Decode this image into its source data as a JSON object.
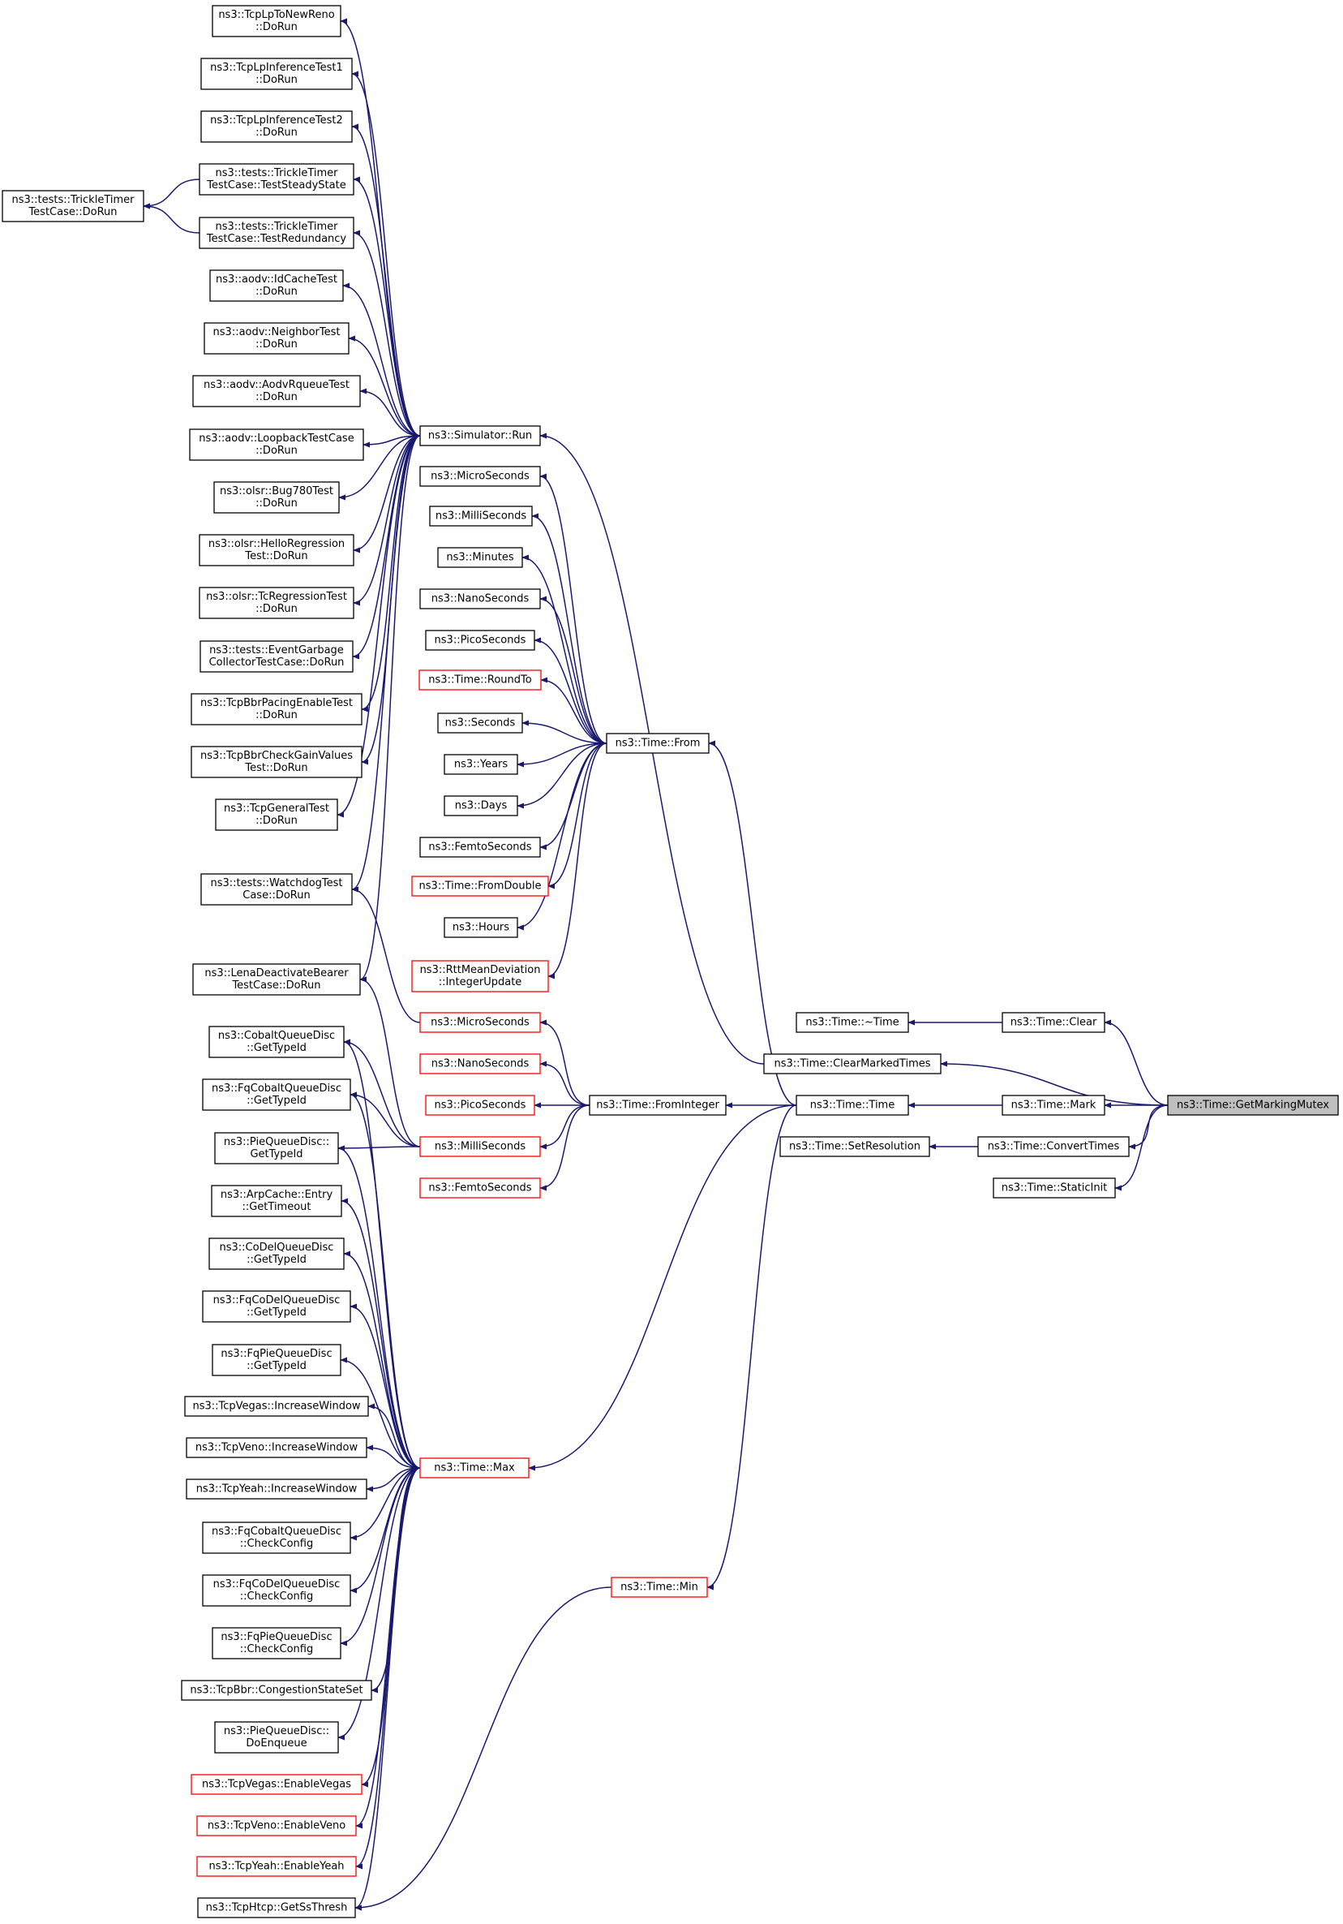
{
  "colors": {
    "edge": "#191970",
    "node_border": "#000000",
    "truncated_border": "#ff0000",
    "root_fill": "#bfbfbf",
    "background": "#ffffff"
  },
  "graph": {
    "root": "getmarkingmutex",
    "nodes": [
      {
        "id": "getmarkingmutex",
        "label": [
          "ns3::Time::GetMarkingMutex"
        ],
        "style": "root"
      },
      {
        "id": "clear",
        "label": [
          "ns3::Time::Clear"
        ],
        "style": "normal"
      },
      {
        "id": "clearmarkedtimes",
        "label": [
          "ns3::Time::ClearMarkedTimes"
        ],
        "style": "normal"
      },
      {
        "id": "mark",
        "label": [
          "ns3::Time::Mark"
        ],
        "style": "normal"
      },
      {
        "id": "converttimes",
        "label": [
          "ns3::Time::ConvertTimes"
        ],
        "style": "normal"
      },
      {
        "id": "staticinit",
        "label": [
          "ns3::Time::StaticInit"
        ],
        "style": "normal"
      },
      {
        "id": "dtor",
        "label": [
          "ns3::Time::~Time"
        ],
        "style": "normal"
      },
      {
        "id": "ctor",
        "label": [
          "ns3::Time::Time"
        ],
        "style": "normal"
      },
      {
        "id": "setresolution",
        "label": [
          "ns3::Time::SetResolution"
        ],
        "style": "normal"
      },
      {
        "id": "simrun",
        "label": [
          "ns3::Simulator::Run"
        ],
        "style": "normal"
      },
      {
        "id": "from",
        "label": [
          "ns3::Time::From"
        ],
        "style": "normal"
      },
      {
        "id": "frominteger",
        "label": [
          "ns3::Time::FromInteger"
        ],
        "style": "normal"
      },
      {
        "id": "max",
        "label": [
          "ns3::Time::Max"
        ],
        "style": "truncated"
      },
      {
        "id": "min",
        "label": [
          "ns3::Time::Min"
        ],
        "style": "truncated"
      },
      {
        "id": "f_micro",
        "label": [
          "ns3::MicroSeconds"
        ],
        "style": "normal"
      },
      {
        "id": "f_milli",
        "label": [
          "ns3::MilliSeconds"
        ],
        "style": "normal"
      },
      {
        "id": "f_minutes",
        "label": [
          "ns3::Minutes"
        ],
        "style": "normal"
      },
      {
        "id": "f_nano",
        "label": [
          "ns3::NanoSeconds"
        ],
        "style": "normal"
      },
      {
        "id": "f_pico",
        "label": [
          "ns3::PicoSeconds"
        ],
        "style": "normal"
      },
      {
        "id": "f_roundto",
        "label": [
          "ns3::Time::RoundTo"
        ],
        "style": "truncated"
      },
      {
        "id": "f_seconds",
        "label": [
          "ns3::Seconds"
        ],
        "style": "normal"
      },
      {
        "id": "f_years",
        "label": [
          "ns3::Years"
        ],
        "style": "normal"
      },
      {
        "id": "f_days",
        "label": [
          "ns3::Days"
        ],
        "style": "normal"
      },
      {
        "id": "f_femto",
        "label": [
          "ns3::FemtoSeconds"
        ],
        "style": "normal"
      },
      {
        "id": "f_fromdouble",
        "label": [
          "ns3::Time::FromDouble"
        ],
        "style": "truncated"
      },
      {
        "id": "f_hours",
        "label": [
          "ns3::Hours"
        ],
        "style": "normal"
      },
      {
        "id": "f_rtt",
        "label": [
          "ns3::RttMeanDeviation",
          "::IntegerUpdate"
        ],
        "style": "truncated"
      },
      {
        "id": "i_micro",
        "label": [
          "ns3::MicroSeconds"
        ],
        "style": "truncated"
      },
      {
        "id": "i_nano",
        "label": [
          "ns3::NanoSeconds"
        ],
        "style": "truncated"
      },
      {
        "id": "i_pico",
        "label": [
          "ns3::PicoSeconds"
        ],
        "style": "truncated"
      },
      {
        "id": "i_milli",
        "label": [
          "ns3::MilliSeconds"
        ],
        "style": "truncated"
      },
      {
        "id": "i_femto",
        "label": [
          "ns3::FemtoSeconds"
        ],
        "style": "truncated"
      },
      {
        "id": "lp_newreno",
        "label": [
          "ns3::TcpLpToNewReno",
          "::DoRun"
        ],
        "style": "normal"
      },
      {
        "id": "lp_inf1",
        "label": [
          "ns3::TcpLpInferenceTest1",
          "::DoRun"
        ],
        "style": "normal"
      },
      {
        "id": "lp_inf2",
        "label": [
          "ns3::TcpLpInferenceTest2",
          "::DoRun"
        ],
        "style": "normal"
      },
      {
        "id": "trickle_steady",
        "label": [
          "ns3::tests::TrickleTimer",
          "TestCase::TestSteadyState"
        ],
        "style": "normal"
      },
      {
        "id": "trickle_redund",
        "label": [
          "ns3::tests::TrickleTimer",
          "TestCase::TestRedundancy"
        ],
        "style": "normal"
      },
      {
        "id": "trickle_dorun",
        "label": [
          "ns3::tests::TrickleTimer",
          "TestCase::DoRun"
        ],
        "style": "normal"
      },
      {
        "id": "aodv_idcache",
        "label": [
          "ns3::aodv::IdCacheTest",
          "::DoRun"
        ],
        "style": "normal"
      },
      {
        "id": "aodv_neighbor",
        "label": [
          "ns3::aodv::NeighborTest",
          "::DoRun"
        ],
        "style": "normal"
      },
      {
        "id": "aodv_rqueue",
        "label": [
          "ns3::aodv::AodvRqueueTest",
          "::DoRun"
        ],
        "style": "normal"
      },
      {
        "id": "aodv_loopback",
        "label": [
          "ns3::aodv::LoopbackTestCase",
          "::DoRun"
        ],
        "style": "normal"
      },
      {
        "id": "olsr_bug780",
        "label": [
          "ns3::olsr::Bug780Test",
          "::DoRun"
        ],
        "style": "normal"
      },
      {
        "id": "olsr_hello",
        "label": [
          "ns3::olsr::HelloRegression",
          "Test::DoRun"
        ],
        "style": "normal"
      },
      {
        "id": "olsr_tc",
        "label": [
          "ns3::olsr::TcRegressionTest",
          "::DoRun"
        ],
        "style": "normal"
      },
      {
        "id": "event_garbage",
        "label": [
          "ns3::tests::EventGarbage",
          "CollectorTestCase::DoRun"
        ],
        "style": "normal"
      },
      {
        "id": "bbr_pacing",
        "label": [
          "ns3::TcpBbrPacingEnableTest",
          "::DoRun"
        ],
        "style": "normal"
      },
      {
        "id": "bbr_gain",
        "label": [
          "ns3::TcpBbrCheckGainValues",
          "Test::DoRun"
        ],
        "style": "normal"
      },
      {
        "id": "tcp_general",
        "label": [
          "ns3::TcpGeneralTest",
          "::DoRun"
        ],
        "style": "normal"
      },
      {
        "id": "watchdog",
        "label": [
          "ns3::tests::WatchdogTest",
          "Case::DoRun"
        ],
        "style": "normal"
      },
      {
        "id": "lena",
        "label": [
          "ns3::LenaDeactivateBearer",
          "TestCase::DoRun"
        ],
        "style": "normal"
      },
      {
        "id": "cobalt_gettypeid",
        "label": [
          "ns3::CobaltQueueDisc",
          "::GetTypeId"
        ],
        "style": "normal"
      },
      {
        "id": "fqcobalt_gettypeid",
        "label": [
          "ns3::FqCobaltQueueDisc",
          "::GetTypeId"
        ],
        "style": "normal"
      },
      {
        "id": "pie_gettypeid",
        "label": [
          "ns3::PieQueueDisc::",
          "GetTypeId"
        ],
        "style": "normal"
      },
      {
        "id": "arp_gettimeout",
        "label": [
          "ns3::ArpCache::Entry",
          "::GetTimeout"
        ],
        "style": "normal"
      },
      {
        "id": "codel_gettypeid",
        "label": [
          "ns3::CoDelQueueDisc",
          "::GetTypeId"
        ],
        "style": "normal"
      },
      {
        "id": "fqcodel_gettypeid",
        "label": [
          "ns3::FqCoDelQueueDisc",
          "::GetTypeId"
        ],
        "style": "normal"
      },
      {
        "id": "fqpie_gettypeid",
        "label": [
          "ns3::FqPieQueueDisc",
          "::GetTypeId"
        ],
        "style": "normal"
      },
      {
        "id": "vegas_inc",
        "label": [
          "ns3::TcpVegas::IncreaseWindow"
        ],
        "style": "normal"
      },
      {
        "id": "veno_inc",
        "label": [
          "ns3::TcpVeno::IncreaseWindow"
        ],
        "style": "normal"
      },
      {
        "id": "yeah_inc",
        "label": [
          "ns3::TcpYeah::IncreaseWindow"
        ],
        "style": "normal"
      },
      {
        "id": "fqcobalt_check",
        "label": [
          "ns3::FqCobaltQueueDisc",
          "::CheckConfig"
        ],
        "style": "normal"
      },
      {
        "id": "fqcodel_check",
        "label": [
          "ns3::FqCoDelQueueDisc",
          "::CheckConfig"
        ],
        "style": "normal"
      },
      {
        "id": "fqpie_check",
        "label": [
          "ns3::FqPieQueueDisc",
          "::CheckConfig"
        ],
        "style": "normal"
      },
      {
        "id": "bbr_congestion",
        "label": [
          "ns3::TcpBbr::CongestionStateSet"
        ],
        "style": "normal"
      },
      {
        "id": "pie_enqueue",
        "label": [
          "ns3::PieQueueDisc::",
          "DoEnqueue"
        ],
        "style": "normal"
      },
      {
        "id": "vegas_enable",
        "label": [
          "ns3::TcpVegas::EnableVegas"
        ],
        "style": "truncated"
      },
      {
        "id": "veno_enable",
        "label": [
          "ns3::TcpVeno::EnableVeno"
        ],
        "style": "truncated"
      },
      {
        "id": "yeah_enable",
        "label": [
          "ns3::TcpYeah::EnableYeah"
        ],
        "style": "truncated"
      },
      {
        "id": "htcp_ssthresh",
        "label": [
          "ns3::TcpHtcp::GetSsThresh"
        ],
        "style": "normal"
      }
    ],
    "edges": [
      {
        "from": "clear",
        "to": "getmarkingmutex"
      },
      {
        "from": "clearmarkedtimes",
        "to": "getmarkingmutex"
      },
      {
        "from": "mark",
        "to": "getmarkingmutex"
      },
      {
        "from": "converttimes",
        "to": "getmarkingmutex"
      },
      {
        "from": "staticinit",
        "to": "getmarkingmutex"
      },
      {
        "from": "dtor",
        "to": "clear"
      },
      {
        "from": "ctor",
        "to": "mark"
      },
      {
        "from": "setresolution",
        "to": "converttimes"
      },
      {
        "from": "simrun",
        "to": "clearmarkedtimes"
      },
      {
        "from": "from",
        "to": "ctor"
      },
      {
        "from": "frominteger",
        "to": "ctor"
      },
      {
        "from": "max",
        "to": "ctor"
      },
      {
        "from": "min",
        "to": "ctor"
      },
      {
        "from": "f_micro",
        "to": "from"
      },
      {
        "from": "f_milli",
        "to": "from"
      },
      {
        "from": "f_minutes",
        "to": "from"
      },
      {
        "from": "f_nano",
        "to": "from"
      },
      {
        "from": "f_pico",
        "to": "from"
      },
      {
        "from": "f_roundto",
        "to": "from"
      },
      {
        "from": "f_seconds",
        "to": "from"
      },
      {
        "from": "f_years",
        "to": "from"
      },
      {
        "from": "f_days",
        "to": "from"
      },
      {
        "from": "f_femto",
        "to": "from"
      },
      {
        "from": "f_fromdouble",
        "to": "from"
      },
      {
        "from": "f_hours",
        "to": "from"
      },
      {
        "from": "f_rtt",
        "to": "from"
      },
      {
        "from": "i_micro",
        "to": "frominteger"
      },
      {
        "from": "i_nano",
        "to": "frominteger"
      },
      {
        "from": "i_pico",
        "to": "frominteger"
      },
      {
        "from": "i_milli",
        "to": "frominteger"
      },
      {
        "from": "i_femto",
        "to": "frominteger"
      },
      {
        "from": "lp_newreno",
        "to": "simrun"
      },
      {
        "from": "lp_inf1",
        "to": "simrun"
      },
      {
        "from": "lp_inf2",
        "to": "simrun"
      },
      {
        "from": "trickle_steady",
        "to": "simrun"
      },
      {
        "from": "trickle_redund",
        "to": "simrun"
      },
      {
        "from": "aodv_idcache",
        "to": "simrun"
      },
      {
        "from": "aodv_neighbor",
        "to": "simrun"
      },
      {
        "from": "aodv_rqueue",
        "to": "simrun"
      },
      {
        "from": "aodv_loopback",
        "to": "simrun"
      },
      {
        "from": "olsr_bug780",
        "to": "simrun"
      },
      {
        "from": "olsr_hello",
        "to": "simrun"
      },
      {
        "from": "olsr_tc",
        "to": "simrun"
      },
      {
        "from": "event_garbage",
        "to": "simrun"
      },
      {
        "from": "bbr_pacing",
        "to": "simrun"
      },
      {
        "from": "bbr_gain",
        "to": "simrun"
      },
      {
        "from": "tcp_general",
        "to": "simrun"
      },
      {
        "from": "watchdog",
        "to": "simrun"
      },
      {
        "from": "lena",
        "to": "simrun"
      },
      {
        "from": "trickle_dorun",
        "to": "trickle_steady"
      },
      {
        "from": "trickle_dorun",
        "to": "trickle_redund"
      },
      {
        "from": "watchdog",
        "to": "i_micro"
      },
      {
        "from": "lena",
        "to": "i_milli"
      },
      {
        "from": "cobalt_gettypeid",
        "to": "i_milli"
      },
      {
        "from": "fqcobalt_gettypeid",
        "to": "i_milli"
      },
      {
        "from": "pie_gettypeid",
        "to": "i_milli"
      },
      {
        "from": "cobalt_gettypeid",
        "to": "max"
      },
      {
        "from": "fqcobalt_gettypeid",
        "to": "max"
      },
      {
        "from": "pie_gettypeid",
        "to": "max"
      },
      {
        "from": "arp_gettimeout",
        "to": "max"
      },
      {
        "from": "codel_gettypeid",
        "to": "max"
      },
      {
        "from": "fqcodel_gettypeid",
        "to": "max"
      },
      {
        "from": "fqpie_gettypeid",
        "to": "max"
      },
      {
        "from": "vegas_inc",
        "to": "max"
      },
      {
        "from": "veno_inc",
        "to": "max"
      },
      {
        "from": "yeah_inc",
        "to": "max"
      },
      {
        "from": "fqcobalt_check",
        "to": "max"
      },
      {
        "from": "fqcodel_check",
        "to": "max"
      },
      {
        "from": "fqpie_check",
        "to": "max"
      },
      {
        "from": "bbr_congestion",
        "to": "max"
      },
      {
        "from": "pie_enqueue",
        "to": "max"
      },
      {
        "from": "vegas_enable",
        "to": "max"
      },
      {
        "from": "veno_enable",
        "to": "max"
      },
      {
        "from": "yeah_enable",
        "to": "max"
      },
      {
        "from": "htcp_ssthresh",
        "to": "max"
      },
      {
        "from": "htcp_ssthresh",
        "to": "min"
      }
    ]
  }
}
